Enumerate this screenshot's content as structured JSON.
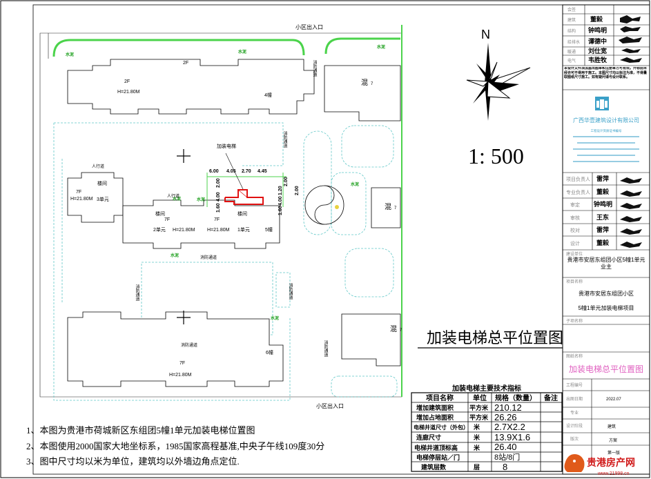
{
  "plan": {
    "north": "N",
    "scale": "1:  500",
    "title": "加装电梯总平位置图",
    "gates": [
      "小区出入口",
      "小区出入口"
    ],
    "cement": "水泥",
    "fire_road": "消防通道",
    "walkway": "人行道",
    "elevator_label": "加装电梯",
    "mixed": "混",
    "buildings": {
      "b4_floors": "2F",
      "b4_height": "H=21.80M",
      "b4_name": "4幢",
      "b5_floors": "7F",
      "b5_height": "H=21.80M",
      "b5_name": "5幢",
      "unit1": "1单元",
      "unit2": "2单元",
      "unit3": "3单元",
      "stair": "楼间",
      "b6_floors": "7F",
      "b6_height": "H=21.80M",
      "b6_name": "6幢",
      "mix_floor": "7"
    },
    "dims_top": [
      "6.00",
      "4.05",
      "2.70",
      "4.45"
    ],
    "dims_side": [
      "2.00",
      "4.00",
      "1.60",
      "2.00",
      "1.20",
      "4.00",
      "1.60",
      "2.00"
    ]
  },
  "notes": [
    "1、本图为贵港市荷城新区东组团5幢1单元加装电梯位置图",
    "2、本图使用2000国家大地坐标系，1985国家高程基准,中央子午线109度30分",
    "3、图中尺寸均以米为单位，建筑均以外墙边角点定位."
  ],
  "spec_table": {
    "title": "加装电梯主要技术指标",
    "headers": [
      "项目名称",
      "单位",
      "规格（数量）",
      "备注"
    ],
    "rows": [
      [
        "增加建筑面积",
        "平方米",
        "210.12",
        ""
      ],
      [
        "增加占地面积",
        "平方米",
        "26.26",
        ""
      ],
      [
        "电梯井道尺寸（外包）",
        "米",
        "2.7X2.2",
        ""
      ],
      [
        "连廊尺寸",
        "米",
        "13.9X1.6",
        ""
      ],
      [
        "电梯井道顶标高",
        "米",
        "26.40",
        ""
      ],
      [
        "电梯停层站／门",
        "",
        "8站/8门",
        ""
      ],
      [
        "建筑层数",
        "层",
        "8",
        ""
      ]
    ]
  },
  "title_block": {
    "top_rows": [
      [
        "会签",
        "",
        ""
      ],
      [
        "建筑",
        "董毅",
        ""
      ],
      [
        "结构",
        "钟鸣明",
        ""
      ],
      [
        "给排水",
        "谭德中",
        ""
      ],
      [
        "暖通",
        "刘仕宽",
        ""
      ],
      [
        "电气",
        "韦胜牧",
        ""
      ]
    ],
    "disclaimer": "本设计文件须加盖出图章和注册章方可有效。开标前未经许可不得用于施工。本图尺寸均以标注为准，不得量取图纸尺寸施工。如有疑问请与设计联系。",
    "company": "广西华壹建筑设计有限公司",
    "company_sub": "工程设计资质证书编号",
    "roles": [
      [
        "项目负责人",
        "雷萍"
      ],
      [
        "专业负责人",
        "董毅"
      ],
      [
        "审定",
        "钟鸣明"
      ],
      [
        "审核",
        "王东"
      ],
      [
        "校对",
        "雷萍"
      ],
      [
        "设计",
        "董毅"
      ]
    ],
    "client_label": "建设单位",
    "client": "贵港市安居东组团小区5幢1单元业主",
    "project_label": "项目名称",
    "project_line1": "贵港市安居东组团小区",
    "project_line2": "5幢1单元加装电梯项目",
    "subproject_label": "子项名称",
    "drawing_label": "图纸名称",
    "drawing_name": "加装电梯总平位置图",
    "bottom_rows": [
      [
        "工程编号",
        ""
      ],
      [
        "出图日期",
        "2022.07"
      ],
      [
        "专业",
        "建筑"
      ],
      [
        "设计阶段",
        "方案"
      ],
      [
        "版次",
        "第一版"
      ]
    ]
  },
  "watermark": {
    "logo": "贵港房产网",
    "url": "www.21998.cn"
  },
  "colors": {
    "road_green": "#4bd34b",
    "dash_cyan": "#5fc7c7",
    "elevator_red": "#e01010",
    "title_pink": "#e060c0",
    "company_blue": "#3aa0c8"
  }
}
